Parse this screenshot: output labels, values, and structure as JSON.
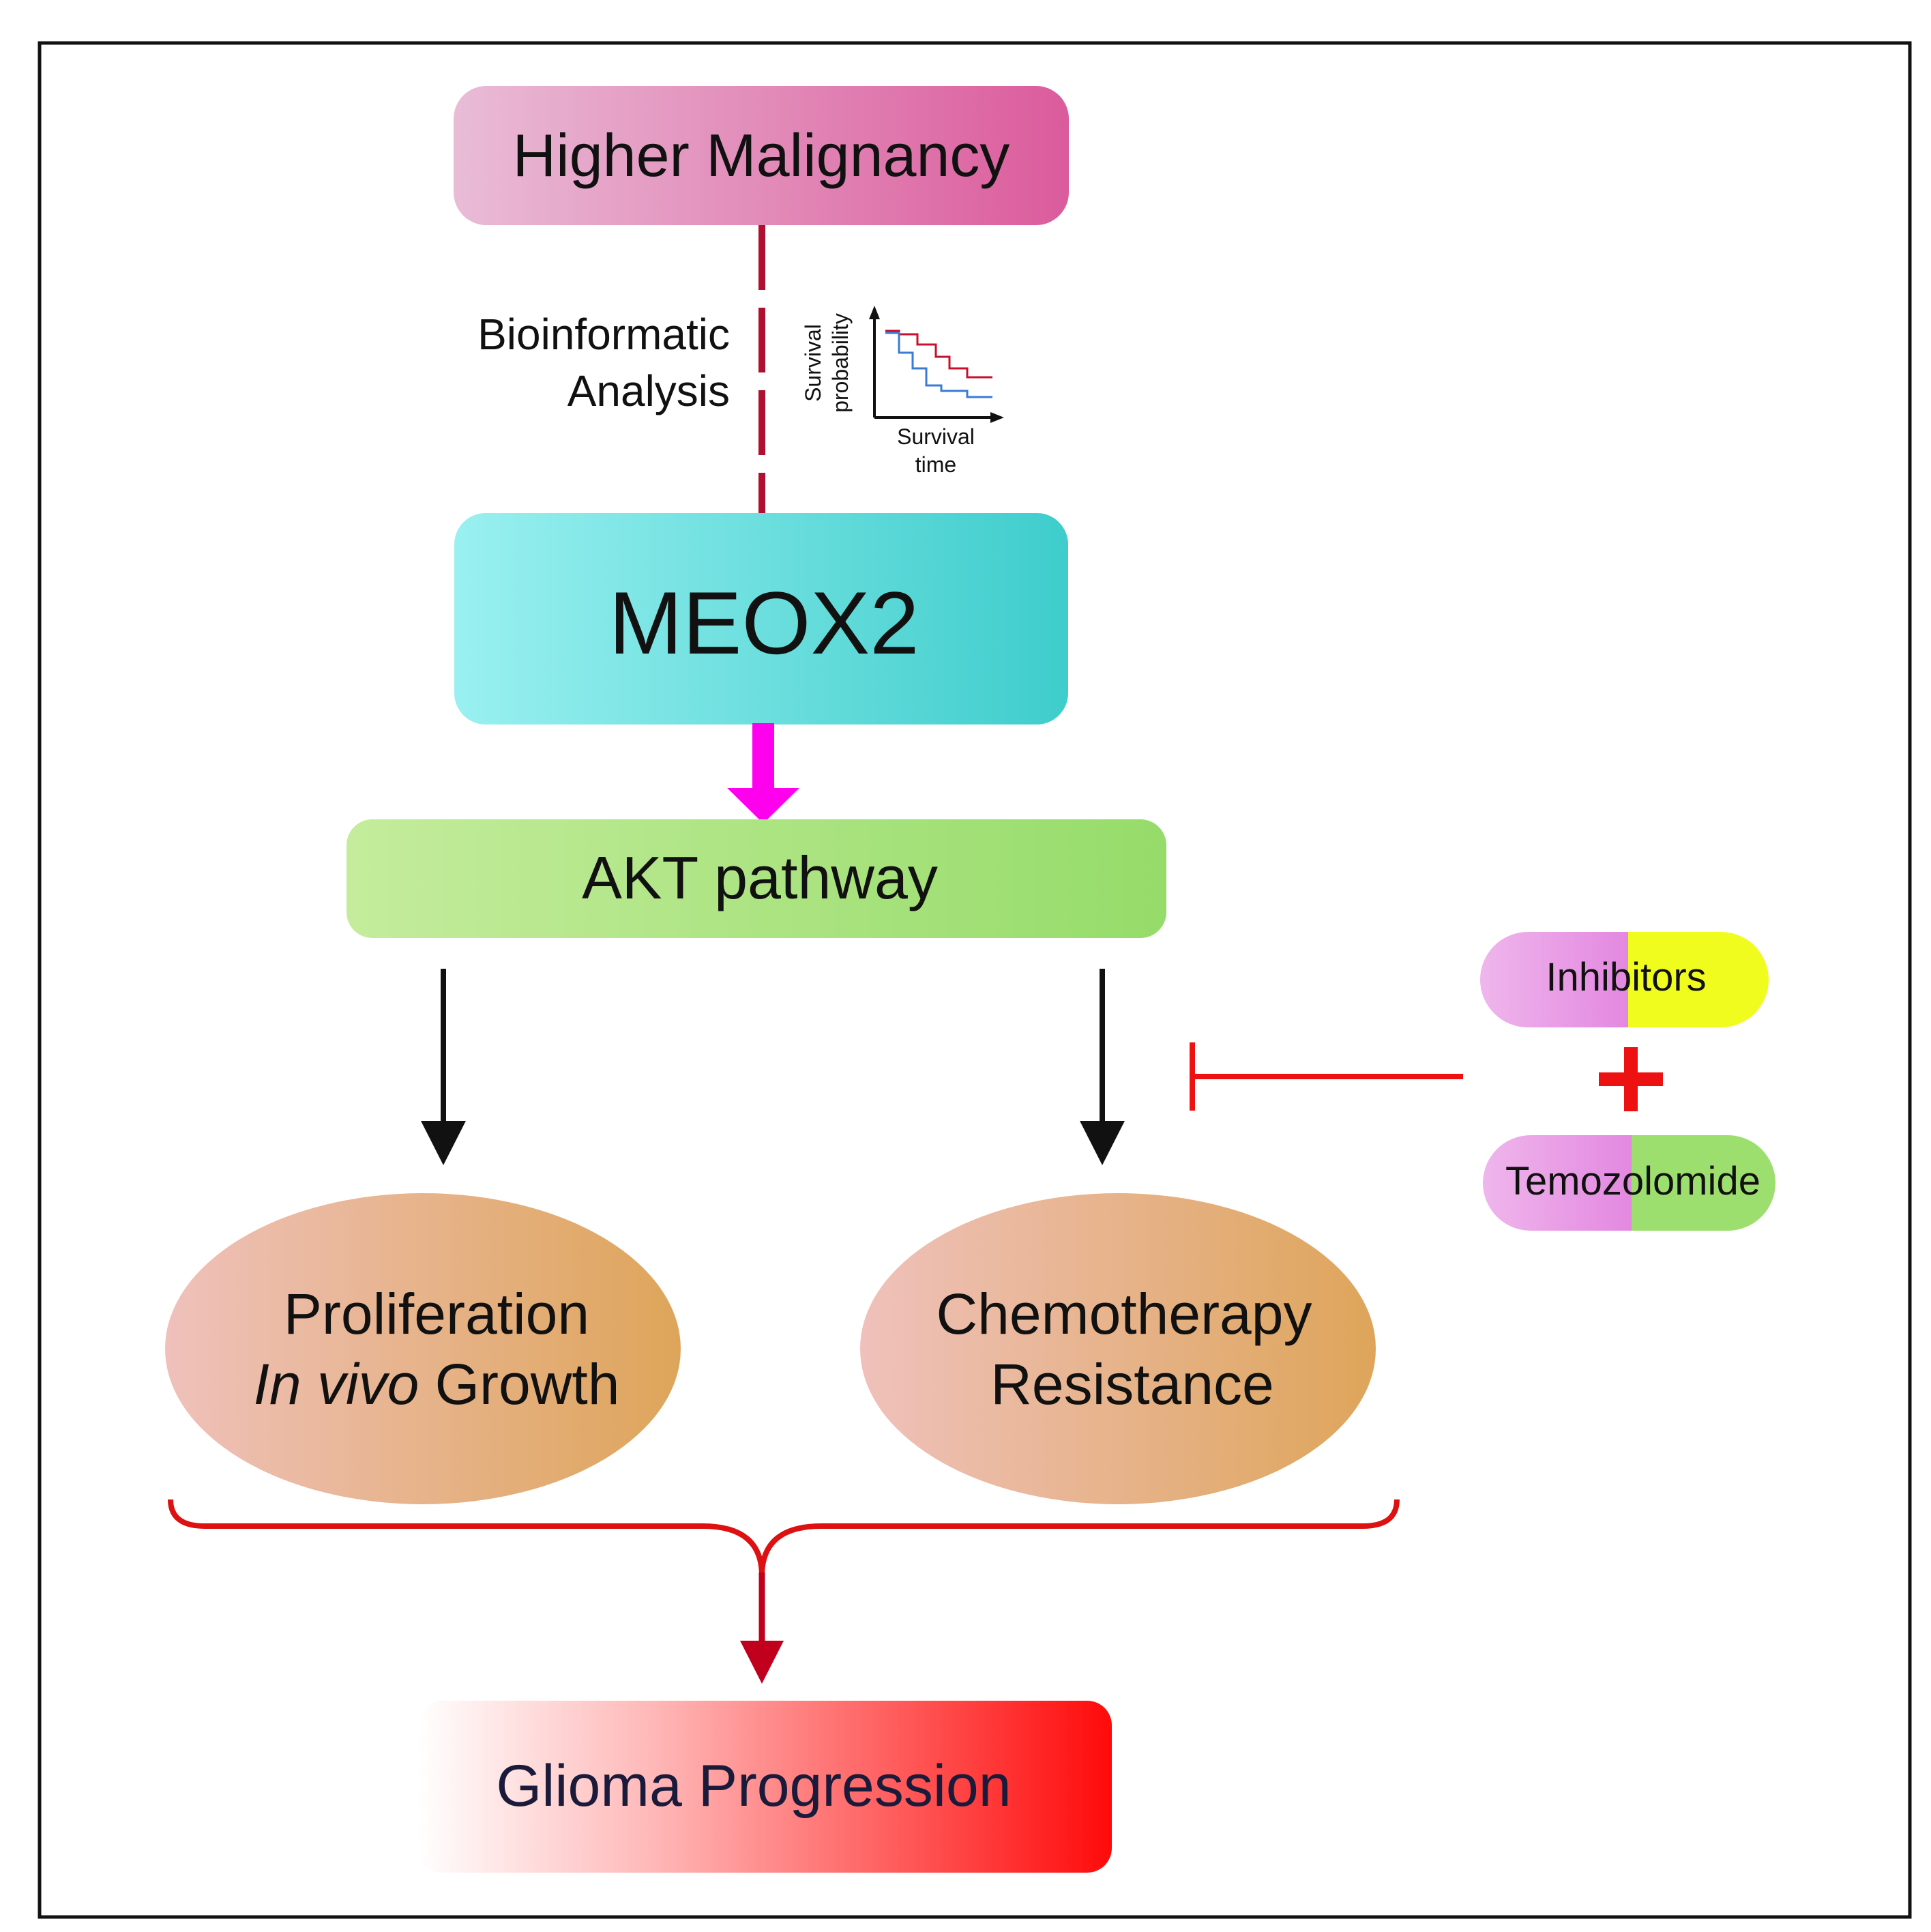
{
  "nodes": {
    "higher_malignancy": "Higher Malignancy",
    "analysis_line1": "Bioinformatic",
    "analysis_line2": "Analysis",
    "meox2": "MEOX2",
    "akt_pathway": "AKT pathway",
    "proliferation_line1": "Proliferation",
    "proliferation_italic": "In vivo",
    "proliferation_rest": " Growth",
    "chemo_line1": "Chemotherapy",
    "chemo_line2": "Resistance",
    "inhibitors": "Inhibitors",
    "plus": "+",
    "temozolomide": "Temozolomide",
    "glioma_progression": "Glioma Progression"
  },
  "survival_inset": {
    "ylabel_line1": "Survival",
    "ylabel_line2": "probability",
    "xlabel_line1": "Survival",
    "xlabel_line2": "time",
    "series_colors": [
      "#c8102e",
      "#3a7bd5"
    ]
  },
  "colors": {
    "malignancy_start": "#e9bcd6",
    "malignancy_end": "#db5b9c",
    "meox2_start": "#9af0f0",
    "meox2_end": "#3ecdcc",
    "akt_start": "#c4ec9c",
    "akt_end": "#96dc6a",
    "ellipse_start": "#efc1bb",
    "ellipse_end": "#dea55a",
    "glioma_start": "#ffffff",
    "glioma_end": "#ff0a0a",
    "dashed_line": "#b01030",
    "magenta_arrow": "#ff00ee",
    "inhibit_red": "#ee1111",
    "brace_red": "#dd1111",
    "down_arrow_red": "#c0001c",
    "pill_pink": "#e793e6",
    "pill_yellow": "#f0fc1e",
    "pill_green": "#9ddf6f"
  }
}
